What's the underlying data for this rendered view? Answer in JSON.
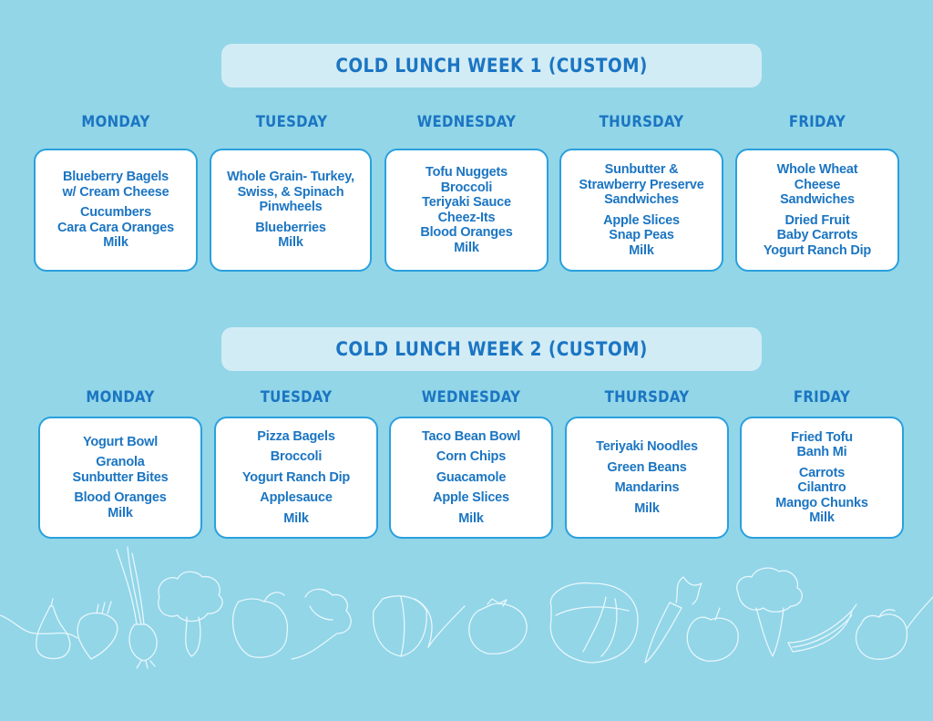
{
  "weeks": [
    {
      "title": "COLD LUNCH WEEK 1 (CUSTOM)",
      "days": [
        {
          "label": "MONDAY",
          "groups": [
            [
              "Blueberry Bagels",
              "w/ Cream Cheese"
            ],
            [
              "Cucumbers",
              "Cara Cara Oranges",
              "Milk"
            ]
          ]
        },
        {
          "label": "TUESDAY",
          "groups": [
            [
              "Whole Grain- Turkey,",
              "Swiss, & Spinach",
              "Pinwheels"
            ],
            [
              "Blueberries",
              "Milk"
            ]
          ]
        },
        {
          "label": "WEDNESDAY",
          "groups": [
            [
              "Tofu Nuggets",
              "Broccoli",
              "Teriyaki Sauce",
              "Cheez-Its",
              "Blood Oranges",
              "Milk"
            ]
          ]
        },
        {
          "label": "THURSDAY",
          "groups": [
            [
              "Sunbutter &",
              "Strawberry Preserve",
              "Sandwiches"
            ],
            [
              "Apple Slices",
              "Snap Peas",
              "Milk"
            ]
          ]
        },
        {
          "label": "FRIDAY",
          "groups": [
            [
              "Whole Wheat",
              "Cheese",
              "Sandwiches"
            ],
            [
              "Dried Fruit",
              "Baby Carrots",
              "Yogurt Ranch Dip"
            ]
          ]
        }
      ]
    },
    {
      "title": "COLD LUNCH WEEK 2 (CUSTOM)",
      "days": [
        {
          "label": "MONDAY",
          "groups": [
            [
              "Yogurt Bowl"
            ],
            [
              "Granola",
              "Sunbutter Bites"
            ],
            [
              "Blood Oranges",
              "Milk"
            ]
          ]
        },
        {
          "label": "TUESDAY",
          "groups": [
            [
              "Pizza Bagels"
            ],
            [
              "Broccoli"
            ],
            [
              "Yogurt Ranch Dip"
            ],
            [
              "Applesauce"
            ],
            [
              "Milk"
            ]
          ]
        },
        {
          "label": "WEDNESDAY",
          "groups": [
            [
              "Taco Bean Bowl"
            ],
            [
              "Corn Chips"
            ],
            [
              "Guacamole"
            ],
            [
              "Apple Slices"
            ],
            [
              "Milk"
            ]
          ]
        },
        {
          "label": "THURSDAY",
          "groups": [
            [
              "Teriyaki Noodles"
            ],
            [
              "Green Beans"
            ],
            [
              "Mandarins"
            ],
            [
              "Milk"
            ]
          ]
        },
        {
          "label": "FRIDAY",
          "groups": [
            [
              "Fried Tofu",
              "Banh Mi"
            ],
            [
              "Carrots",
              "Cilantro",
              "Mango Chunks",
              "Milk"
            ]
          ]
        }
      ]
    }
  ],
  "decoration": {
    "icon": "vegetable-line-art-icon"
  },
  "colors": {
    "background": "#92d6e8",
    "banner": "#d2ecf6",
    "text": "#1b75c2",
    "card_border": "#2aa0dd",
    "card_bg": "#ffffff"
  }
}
